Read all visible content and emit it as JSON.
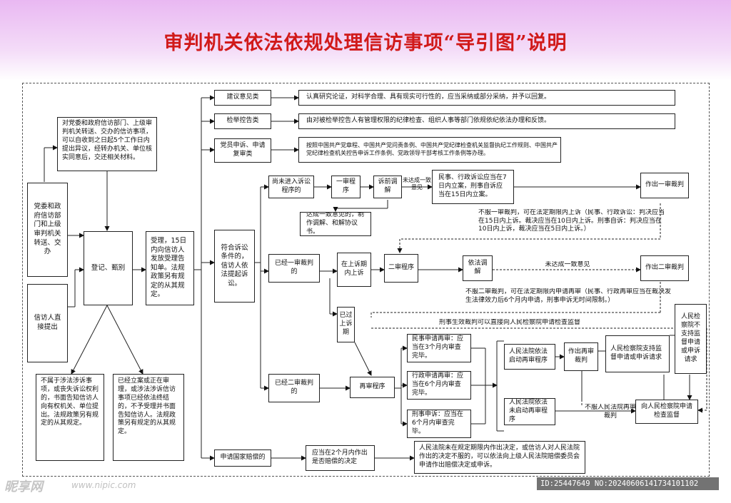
{
  "title": "审判机关依法依规处理信访事项“导引图”说明",
  "boxes": {
    "intake_note": "对党委和政府信访部门、上级审判机关转送、交办的信访事项，可以自收到之日起5个工作日内提出异议，经转办机关、单位核实同意后，交还相关材料。",
    "party_transfer": "党委和政府信访部门和上级审判机关转送、交办",
    "petitioner": "信访人直接提出",
    "register": "登记、甄别",
    "accept": "受理，15日内向信访人发放受理告知单。法规政策另有规定的从其规定。",
    "not_litigation": "不属于涉法涉诉事项，或丧失诉讼权利的，书面告知信访人向有权机关、单位提出。法规政策另有规定的从其规定。",
    "already_filed": "已经立案或正在审理，或涉法涉诉信访事项已经依法终结的，不予受理并书面告知信访人。法规政策另有规定的从其规定。",
    "litigation_cond": "符合诉讼条件的，信访人依法提起诉讼。",
    "suggestion": "建议意见类",
    "suggestion_desc": "认真研究论证，对科学合理、具有现实可行性的，应当采纳或部分采纳，并予以回复。",
    "report": "检举控告类",
    "report_desc": "由对被检举控告人有管理权限的纪律检查、组织人事等部门依规依纪依法办理和反馈。",
    "party_appeal": "党员申诉、申请复审类",
    "party_appeal_desc": "按照中国共产党章程、中国共产党问责条例、中国共产党纪律检查机关监督执纪工作规则、中国共产党纪律检查机关控告申诉工作条例、党政领导干部考核工作条例等办理。",
    "not_in_litigation": "尚未进入诉讼程序的",
    "first_instance": "一审程序",
    "pre_mediation": "诉前调解",
    "not_agree": "未达成一致意见",
    "civil_admin_filing": "民事、行政诉讼应当在7日内立案，刑事自诉应当在15日内立案。",
    "first_judgment": "作出一审裁判",
    "appeal_note": "不服一审裁判，可在法定期限内上诉（民事、行政诉讼：判决应当在15日内上诉。裁决应当在10日内上诉。刑事自诉：判决应当在10日内上诉，裁决应当在5日内上诉。）",
    "agreement": "达成一致意见的，制作调解、和解协议书。",
    "first_done": "已经一审裁判的",
    "appeal_within": "在上诉期内上诉",
    "second_instance": "二审程序",
    "legal_mediation": "依法调解",
    "not_agree2": "未达成一致意见",
    "second_judgment": "作出二审裁判",
    "retrial_note": "不服二审裁判，可在法定期限内申请再审（民事、行政再审应当在裁决发生法律效力后6个月内申请，刑事申诉无时间限制。）",
    "past_appeal": "已过上诉期",
    "effective_note": "刑事生效裁判可以直接向人民检察院申请检查监督",
    "procuratorate_reject": "人民检察院不支持监督申请或申诉请求",
    "civil_retrial": "民事申请再审：应当在3个月内审查完毕。",
    "admin_retrial": "行政申请再审：应当在6个月内审查完毕。",
    "criminal_retrial": "刑事申诉：应当在6个月内审查完毕。",
    "court_start": "人民法院依法启动再审程序",
    "court_not_start": "人民法院依法未启动再审程序",
    "retrial_judgment": "作出再审裁判",
    "procuratorate_support": "人民检察院支持监督申请或申诉请求",
    "not_satisfied": "不服人民法院再审裁判",
    "apply_procuratorate": "向人民检察院申请检查监督",
    "second_done": "已经二审裁判的",
    "retrial_proc": "再审程序",
    "compensation": "申请国家赔偿的",
    "compensation_2m": "应当在2个月内作出是否赔偿的决定",
    "compensation_note": "人民法院未在规定期限内作出决定，或信访人对人民法院作出的决定不服的，可以依法向上级人民法院赔偿委员会申请作出赔偿决定或申诉。"
  },
  "watermark": {
    "site_cn": "昵享网",
    "site_url": "www.nipic.com",
    "id": "ID:25447649 NO:20240606141734101102"
  }
}
